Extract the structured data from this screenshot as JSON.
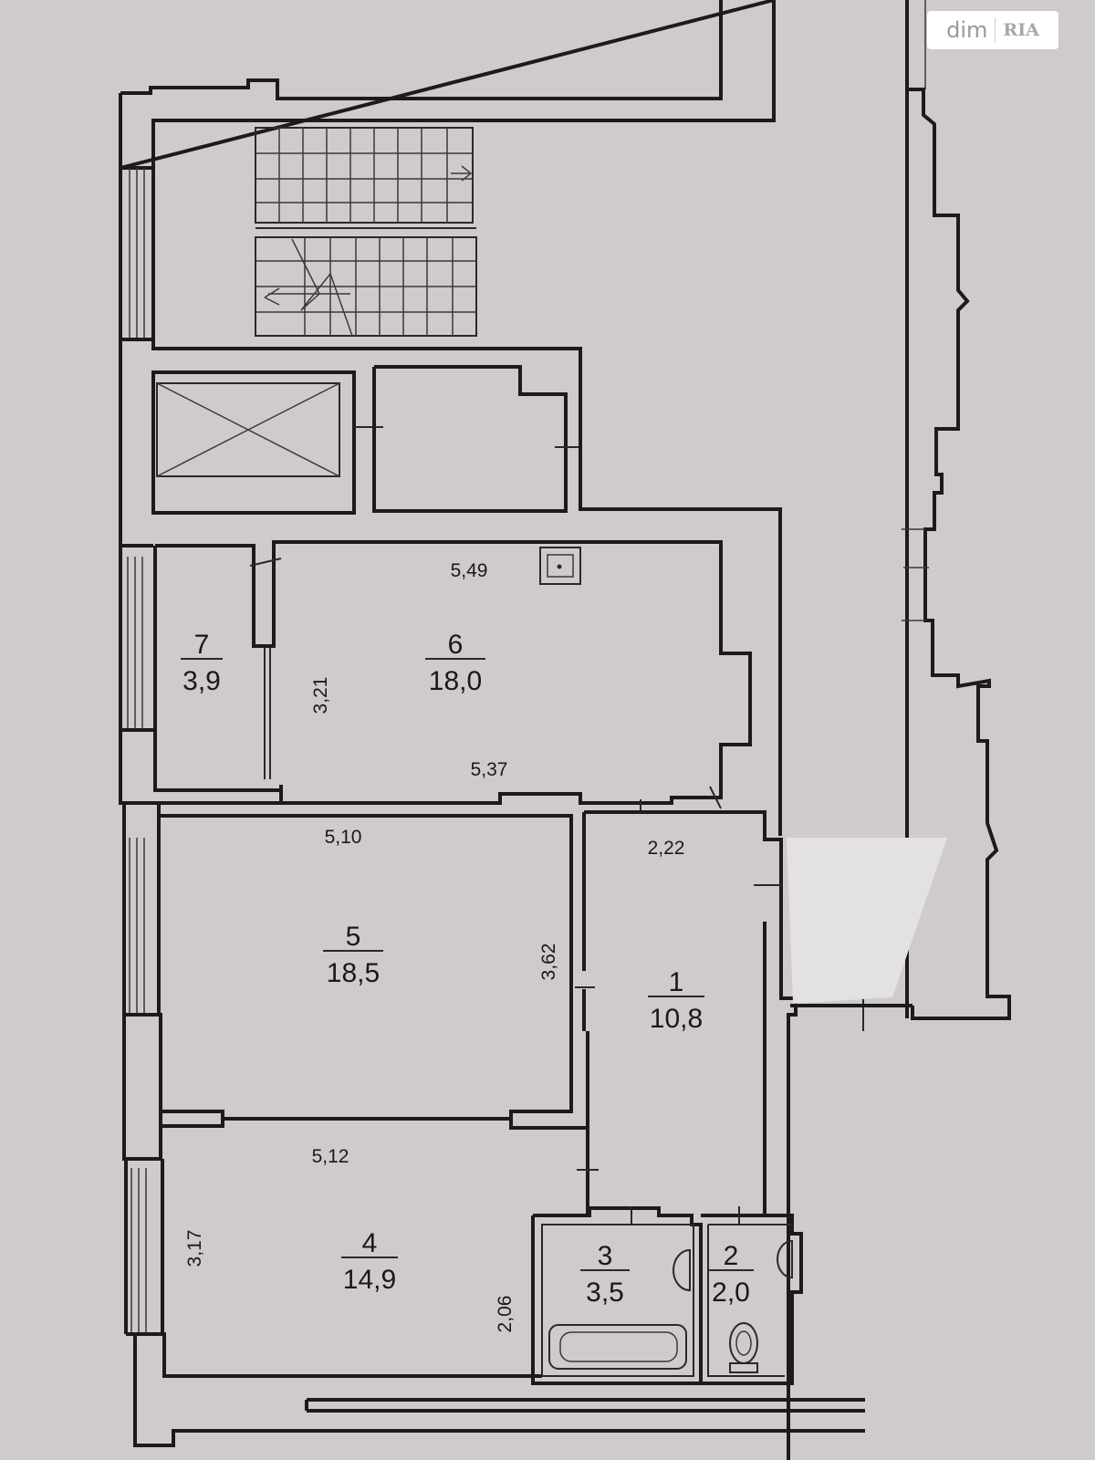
{
  "watermark": {
    "brand": "dim",
    "logo_text": "RIA"
  },
  "rooms": [
    {
      "number": "1",
      "area": "10,8"
    },
    {
      "number": "2",
      "area": "2,0"
    },
    {
      "number": "3",
      "area": "3,5"
    },
    {
      "number": "4",
      "area": "14,9"
    },
    {
      "number": "5",
      "area": "18,5"
    },
    {
      "number": "6",
      "area": "18,0"
    },
    {
      "number": "7",
      "area": "3,9"
    }
  ],
  "dimensions": {
    "room6_top": "5,49",
    "room6_bottom": "5,37",
    "room6_height": "3,21",
    "room5_top": "5,10",
    "room5_height": "3,62",
    "room1_top": "2,22",
    "room4_top": "5,12",
    "room4_height": "3,17",
    "room4_side": "2,06"
  }
}
